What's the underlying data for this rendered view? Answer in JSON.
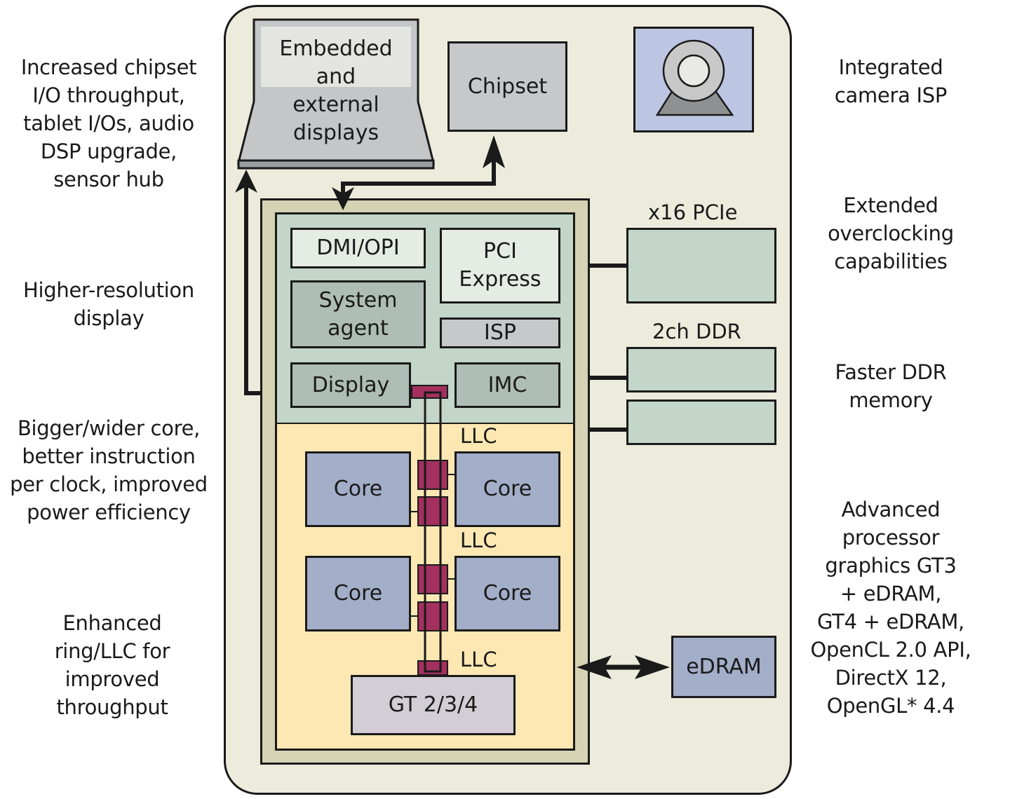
{
  "left_notes": [
    "Increased chipset\nI/O throughput,\ntablet I/Os, audio\nDSP upgrade,\nsensor hub",
    "Higher-resolution\ndisplay",
    "Bigger/wider core,\nbetter instruction\nper clock, improved\npower efficiency",
    "Enhanced\nring/LLC for\nimproved\nthroughput"
  ],
  "right_notes": [
    "Integrated\ncamera ISP",
    "Extended\noverclocking\ncapabilities",
    "Faster DDR\nmemory",
    "Advanced\nprocessor\ngraphics GT3\n+ eDRAM,\nGT4 + eDRAM,\nOpenCL 2.0 API,\nDirectX 12,\nOpenGL* 4.4"
  ],
  "platform": {
    "displays_label": "Embedded\nand\nexternal\ndisplays",
    "chipset_label": "Chipset",
    "camera_icon": "camera-icon",
    "pcie_label": "x16 PCIe",
    "ddr_label": "2ch DDR",
    "edram_label": "eDRAM"
  },
  "system_agent": {
    "dmi_label": "DMI/OPI",
    "pci_express_label": "PCI\nExpress",
    "system_agent_label": "System\nagent",
    "isp_label": "ISP",
    "display_label": "Display",
    "imc_label": "IMC"
  },
  "compute": {
    "llc_label": "LLC",
    "cores": [
      "Core",
      "Core",
      "Core",
      "Core"
    ],
    "gt_label": "GT 2/3/4"
  },
  "colors": {
    "platform_bg": "#edebdc",
    "package_bg": "#d6d2b4",
    "system_agent_bg": "#c3d6c9",
    "compute_bg": "#fde8b3",
    "core_fill": "#a3aec9",
    "ring_stop": "#a3305e",
    "camera_bg": "#bcc5e2",
    "gt_fill": "#d3ced5"
  }
}
